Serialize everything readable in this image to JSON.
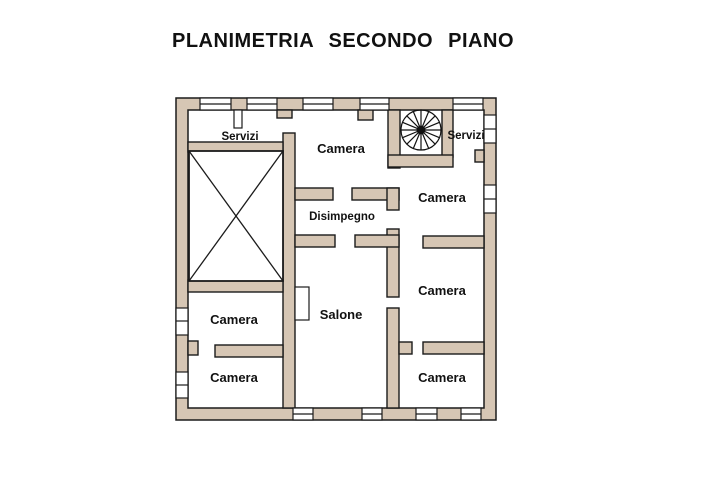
{
  "title": "PLANIMETRIA SECONDO PIANO",
  "plan": {
    "rooms": [
      {
        "id": "servizi-left",
        "label": "Servizi"
      },
      {
        "id": "camera-top",
        "label": "Camera"
      },
      {
        "id": "servizi-right",
        "label": "Servizi"
      },
      {
        "id": "camera-right-upper",
        "label": "Camera"
      },
      {
        "id": "disimpegno",
        "label": "Disimpegno"
      },
      {
        "id": "camera-right-middle",
        "label": "Camera"
      },
      {
        "id": "salone",
        "label": "Salone"
      },
      {
        "id": "camera-left-upper",
        "label": "Camera"
      },
      {
        "id": "camera-left-lower",
        "label": "Camera"
      },
      {
        "id": "camera-right-lower",
        "label": "Camera"
      }
    ],
    "symbols": {
      "spiral_staircase": "fan-of-steps-with-hub",
      "light_well": "rectangle-with-diagonal-cross",
      "window": "white-rect-with-midline",
      "door": "white-leaf-rectangle"
    },
    "colors": {
      "wall_fill": "#d6c6b4",
      "outline": "#1b1b1b",
      "background": "#ffffff",
      "text": "#111111"
    }
  }
}
